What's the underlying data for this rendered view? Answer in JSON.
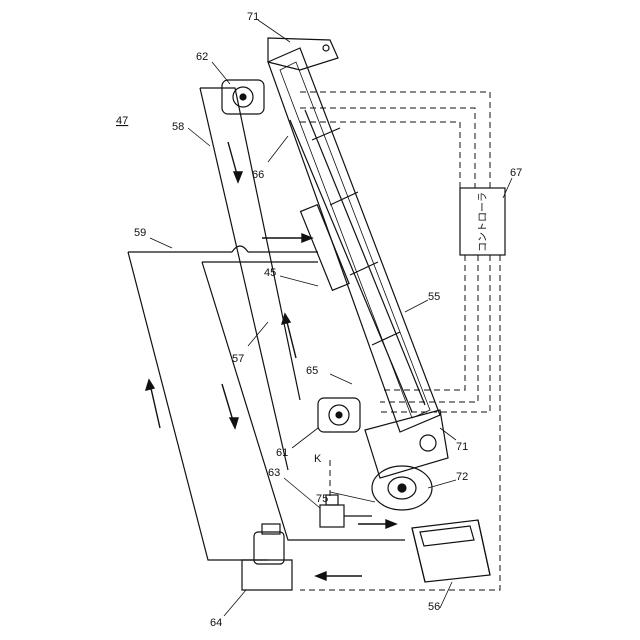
{
  "figure": {
    "figure_number": "47",
    "controller_label": "コントローラ",
    "reference_labels": {
      "r71_top": "71",
      "r62": "62",
      "r58": "58",
      "r66": "66",
      "r67": "67",
      "r59": "59",
      "r45": "45",
      "r55": "55",
      "r57": "57",
      "r65": "65",
      "r61": "61",
      "r71_bottom": "71",
      "r63": "63",
      "rK": "K",
      "r75": "75",
      "r72": "72",
      "r64": "64",
      "r56": "56"
    }
  }
}
